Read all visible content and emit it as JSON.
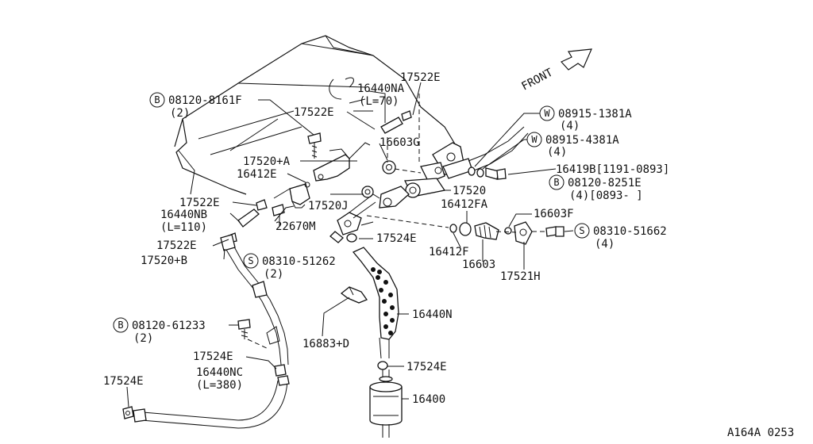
{
  "labels": {
    "p17522E_top": "17522E",
    "p16440NA": "16440NA",
    "p16440NA_len": "(L=70)",
    "pB08120_8161F": "08120-8161F",
    "qty2_a": "(2)",
    "p17522E_mid": "17522E",
    "p16603G": "16603G",
    "p17520A": "17520+A",
    "p16412E": "16412E",
    "pW08915_1381A": "08915-1381A",
    "qty4_a": "(4)",
    "pW08915_4381A": "08915-4381A",
    "qty4_b": "(4)",
    "p16419B": "16419B[1191-0893]",
    "pB08120_8251E": "08120-8251E",
    "qty4_range": "(4)[0893-    ]",
    "p17520": "17520",
    "p17522E_left": "17522E",
    "p16440NB": "16440NB",
    "p16440NB_len": "(L=110)",
    "p17520J": "17520J",
    "p22670M": "22670M",
    "p16412FA": "16412FA",
    "p16603F": "16603F",
    "p17522E_low": "17522E",
    "p17520B": "17520+B",
    "p17524E_a": "17524E",
    "pS08310_51262": "08310-51262",
    "qty2_b": "(2)",
    "p16412F": "16412F",
    "p16603": "16603",
    "pS08310_51662": "08310-51662",
    "qty4_c": "(4)",
    "p17521H": "17521H",
    "pB08120_61233": "08120-61233",
    "qty2_c": "(2)",
    "p16440N": "16440N",
    "p16883D": "16883+D",
    "p17524E_b": "17524E",
    "p16440NC": "16440NC",
    "p16440NC_len": "(L=380)",
    "p17524E_c": "17524E",
    "p17524E_d": "17524E",
    "p16400": "16400",
    "front": "FRONT",
    "ref_code": "A164A 0253"
  },
  "badges": {
    "b": "B",
    "w": "W",
    "s": "S"
  }
}
